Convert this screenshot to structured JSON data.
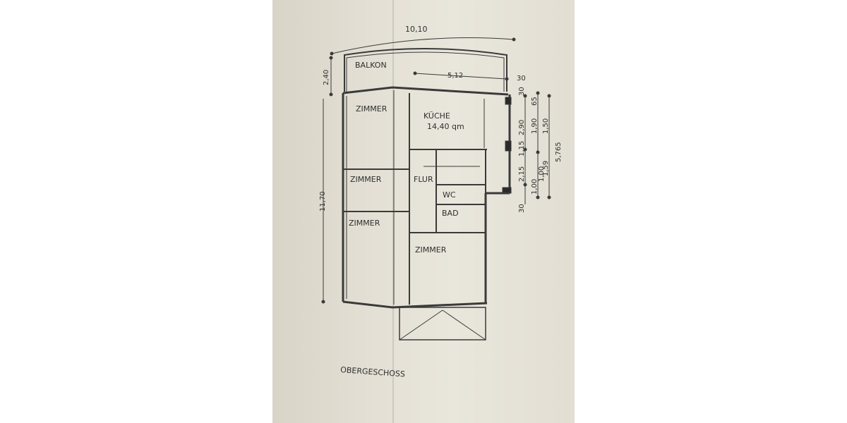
{
  "plan": {
    "title": "OBERGESCHOSS",
    "rooms": {
      "balkon": "BALKON",
      "zimmer_top": "ZIMMER",
      "zimmer_mid": "ZIMMER",
      "zimmer_left_bottom": "ZIMMER",
      "zimmer_right_bottom": "ZIMMER",
      "kueche": "KÜCHE",
      "kueche_area": "14,40 qm",
      "flur": "FLUR",
      "wc": "WC",
      "bad": "BAD"
    },
    "dimensions": {
      "total_width": "10,10",
      "balkon_depth": "2,40",
      "total_depth": "11,70",
      "kitchen_width": "5,12",
      "d_30_top": "30",
      "d_30_b": "30",
      "d_290": "2,90",
      "d_115": "1,15",
      "d_215": "2,15",
      "d_30_low": "30",
      "d_65": "65",
      "d_190": "1,90",
      "d_150": "1,50",
      "d_100a": "1,00",
      "d_100b": "1,00",
      "d_159": "1,59",
      "d_5765": "5,765"
    }
  }
}
